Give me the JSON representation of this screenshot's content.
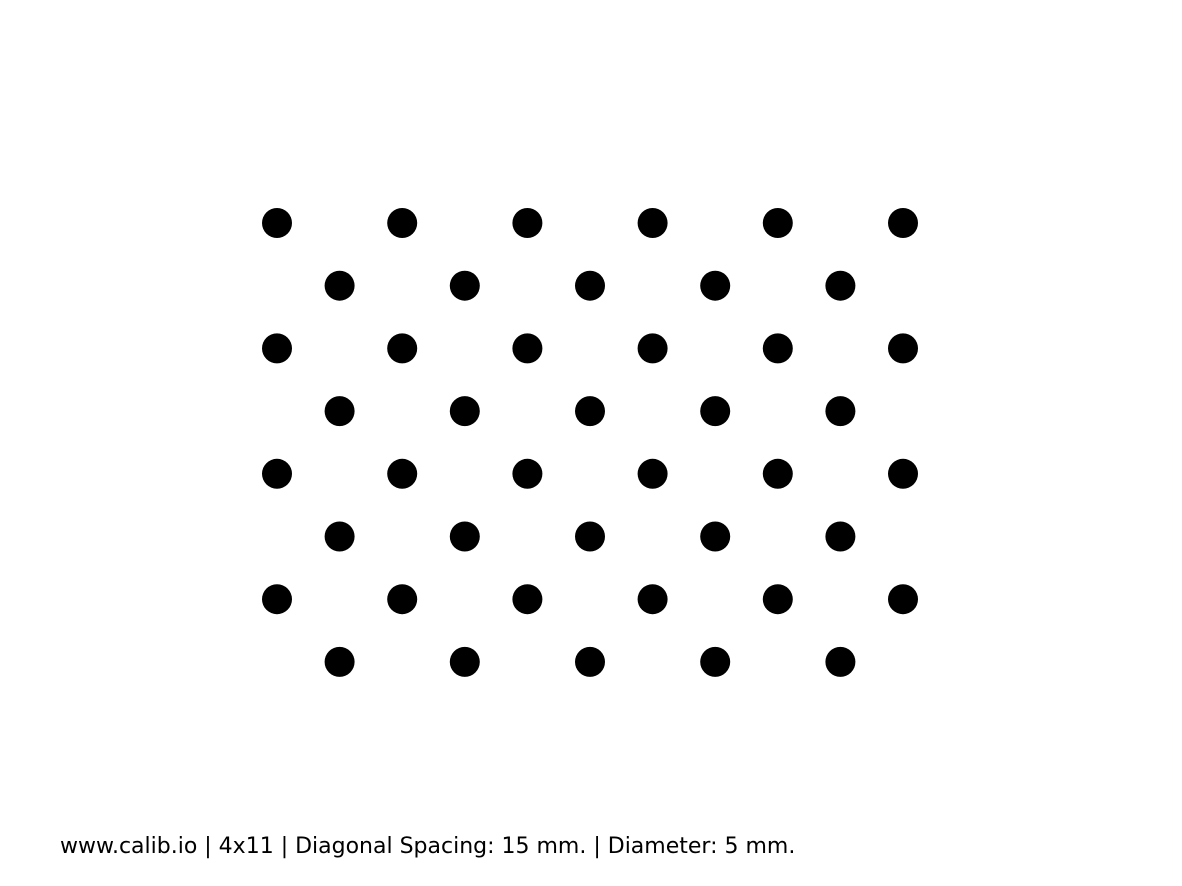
{
  "pattern": {
    "type": "asymmetric-circle-grid",
    "rows": 4,
    "columns": 11,
    "dot_color": "#000000",
    "background_color": "#ffffff",
    "dot_count": 44
  },
  "footer": {
    "caption": "www.calib.io | 4x11 | Diagonal Spacing: 15 mm. | Diameter: 5 mm."
  }
}
